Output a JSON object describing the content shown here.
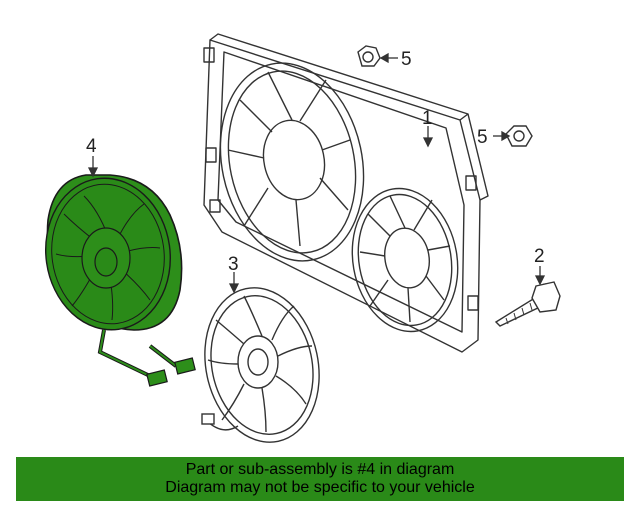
{
  "callouts": {
    "part1": "1",
    "part2": "2",
    "part3": "3",
    "part4": "4",
    "part5_top": "5",
    "part5_right": "5"
  },
  "highlighted_part": "4",
  "colors": {
    "highlight": "#2d8e1a",
    "banner": "#2a8a18",
    "outline": "#333333"
  },
  "footer": {
    "line1": "Part or sub-assembly is #4 in diagram",
    "line2": "Diagram may not be specific to your vehicle"
  }
}
